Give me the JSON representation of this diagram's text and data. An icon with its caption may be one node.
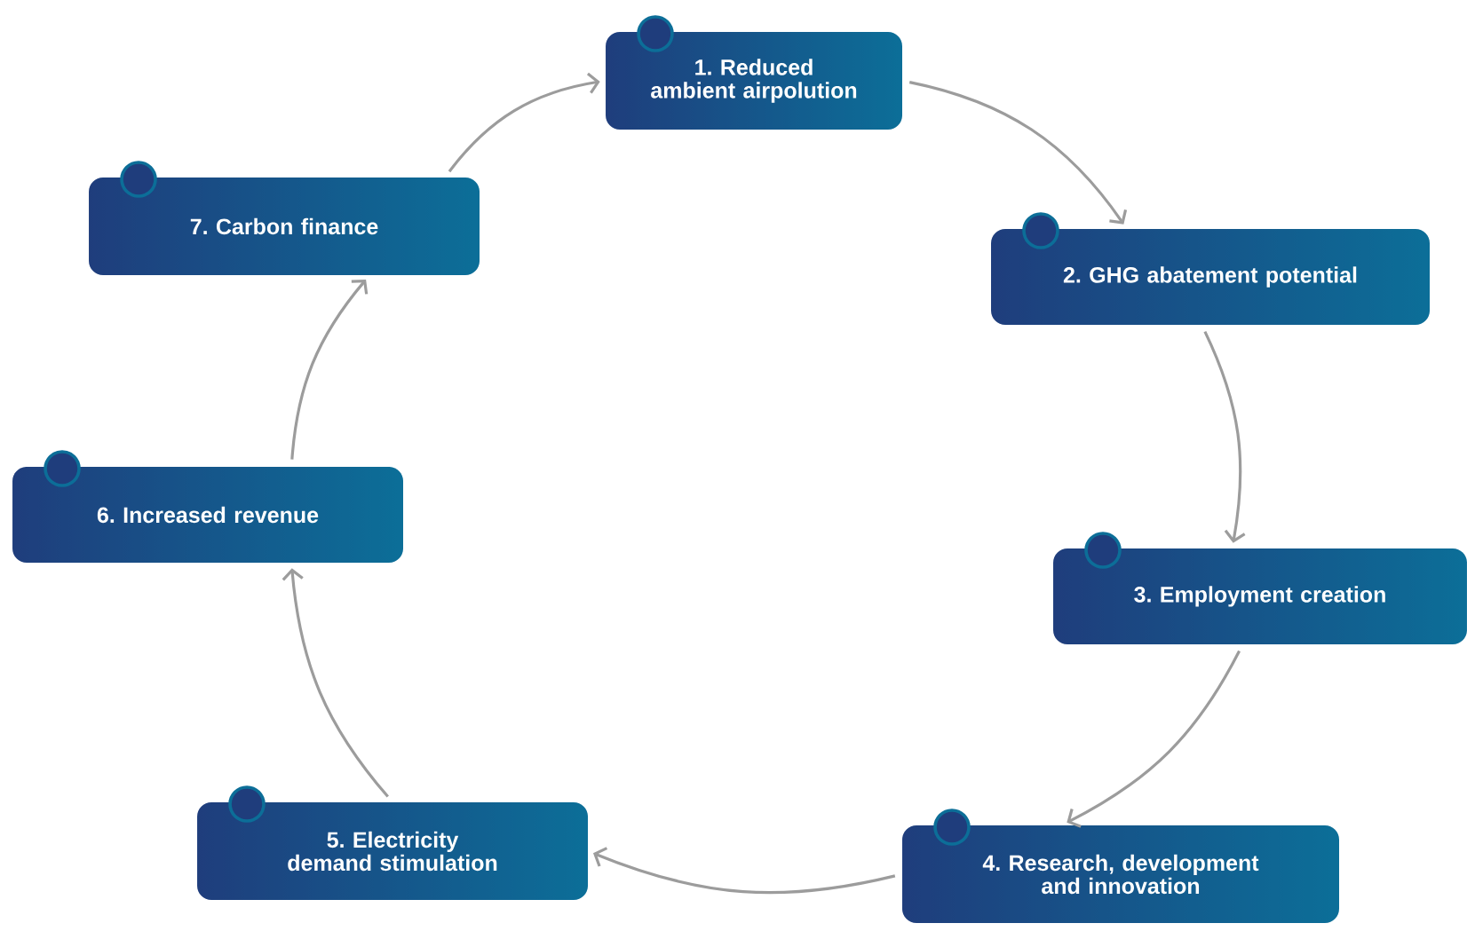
{
  "diagram": {
    "nodes": [
      {
        "text": [
          "1. Reduced ambient airpolution"
        ]
      },
      {
        "text": [
          "2. GHG abatement potential"
        ]
      },
      {
        "text": [
          "3. Employment creation"
        ]
      },
      {
        "text": [
          "4. Research, development and innovation"
        ]
      },
      {
        "text": [
          "5. Electricity demand stimulation"
        ]
      },
      {
        "text": [
          "6. Increased revenue"
        ]
      },
      {
        "text": [
          "7. Carbon finance"
        ]
      }
    ],
    "edges": [
      {
        "from": 6,
        "to": 0,
        "arrow": "to"
      },
      {
        "from": 0,
        "to": 1,
        "arrow": "to"
      },
      {
        "from": 1,
        "to": 2,
        "arrow": "to"
      },
      {
        "from": 2,
        "to": 3,
        "arrow": "to"
      },
      {
        "from": 3,
        "to": 4,
        "arrow": "to"
      },
      {
        "from": 4,
        "to": 5,
        "arrow": "to"
      },
      {
        "from": 5,
        "to": 6,
        "arrow": "to"
      }
    ]
  }
}
